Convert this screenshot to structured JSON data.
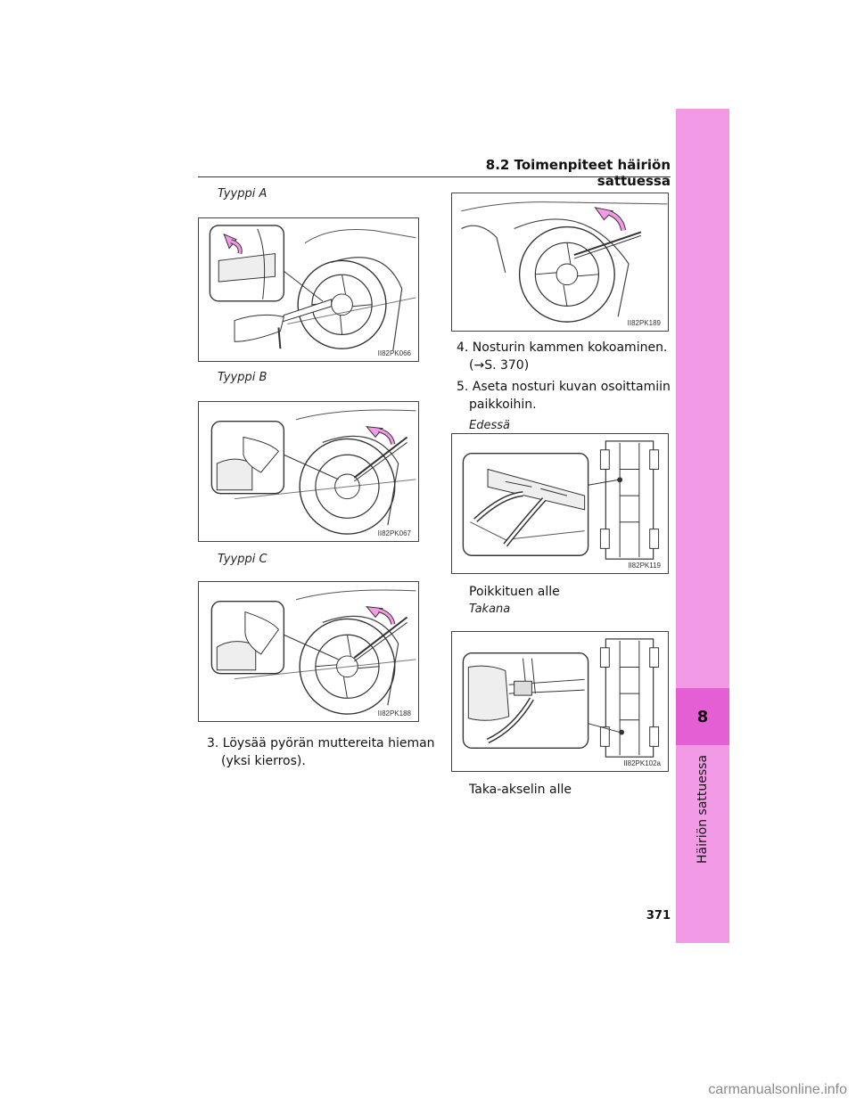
{
  "header": {
    "section_title": "8.2 Toimenpiteet häiriön sattuessa"
  },
  "side_tab": {
    "chapter_number": "8",
    "chapter_label": "Häiriön sattuessa"
  },
  "left_column": {
    "caption_a": "Tyyppi A",
    "fig_a_code": "II82PK066",
    "caption_b": "Tyyppi B",
    "fig_b_code": "II82PK067",
    "caption_c": "Tyyppi C",
    "fig_c_code": "II82PK188",
    "step3_line1": "3. Löysää pyörän muttereita hieman",
    "step3_line2": "(yksi kierros)."
  },
  "right_column": {
    "fig_d_code": "II82PK189",
    "step4_line1": "4. Nosturin kammen kokoaminen.",
    "step4_line2": "(→S. 370)",
    "step5_line1": "5. Aseta nosturi kuvan osoittamiin",
    "step5_line2": "paikkoihin.",
    "caption_front": "Edessä",
    "fig_e_code": "II82PK119",
    "text_front": "Poikkituen alle",
    "caption_rear": "Takana",
    "fig_f_code": "II82PK102a",
    "text_rear": "Taka-akselin alle"
  },
  "page_number": "371",
  "footer": {
    "site": "carmanualsonline.info"
  }
}
